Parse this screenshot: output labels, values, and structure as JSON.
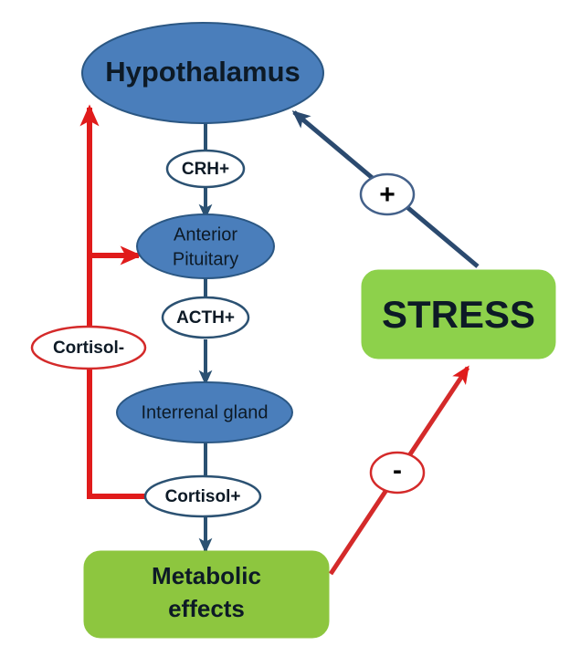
{
  "diagram": {
    "title": "HPA axis stress response diagram",
    "nodes": {
      "hypothalamus": {
        "label": "Hypothalamus",
        "shape": "ellipse",
        "fill": "#4A7EBB",
        "stroke": "#2B5783"
      },
      "anterior_pituitary": {
        "label_line1": "Anterior",
        "label_line2": "Pituitary",
        "shape": "ellipse",
        "fill": "#4A7EBB",
        "stroke": "#2B5783"
      },
      "interrenal_gland": {
        "label": "Interrenal gland",
        "shape": "ellipse",
        "fill": "#4A7EBB",
        "stroke": "#2B5783"
      },
      "stress": {
        "label": "STRESS",
        "shape": "rounded-rect",
        "fill": "#8DD14B",
        "stroke": "#8DD14B"
      },
      "metabolic_effects": {
        "label_line1": "Metabolic",
        "label_line2": "effects",
        "shape": "rounded-rect",
        "fill": "#8DC63F",
        "stroke": "#8DC63F"
      }
    },
    "connectors": {
      "crh": {
        "label": "CRH+",
        "shape": "ellipse",
        "stroke": "#2B5172",
        "fill": "#ffffff"
      },
      "acth": {
        "label": "ACTH+",
        "shape": "ellipse",
        "stroke": "#2B5172",
        "fill": "#ffffff"
      },
      "cortisol_positive": {
        "label": "Cortisol+",
        "shape": "ellipse",
        "stroke": "#2B5172",
        "fill": "#ffffff"
      },
      "cortisol_negative": {
        "label": "Cortisol-",
        "shape": "ellipse",
        "stroke": "#D42A2A",
        "fill": "#ffffff"
      },
      "stress_plus_badge": {
        "label": "+",
        "shape": "ellipse",
        "stroke": "#44618A",
        "fill": "#ffffff"
      },
      "metabolic_minus_badge": {
        "label": "-",
        "shape": "ellipse",
        "stroke": "#D42A2A",
        "fill": "#ffffff"
      }
    },
    "edges": [
      {
        "name": "hypothalamus-to-anterior-pituitary",
        "from": "hypothalamus",
        "to": "anterior_pituitary",
        "label": "CRH+",
        "color": "#2B5172",
        "sign": "+"
      },
      {
        "name": "anterior-pituitary-to-interrenal-gland",
        "from": "anterior_pituitary",
        "to": "interrenal_gland",
        "label": "ACTH+",
        "color": "#2B5172",
        "sign": "+"
      },
      {
        "name": "interrenal-gland-to-metabolic-effects",
        "from": "interrenal_gland",
        "to": "metabolic_effects",
        "label": "Cortisol+",
        "color": "#2B5172",
        "sign": "+"
      },
      {
        "name": "cortisol-negative-feedback-to-hypothalamus",
        "from": "cortisol_positive",
        "to": "hypothalamus",
        "label": "Cortisol-",
        "color": "#E01B1B",
        "sign": "-"
      },
      {
        "name": "cortisol-negative-feedback-to-anterior-pituitary",
        "from": "cortisol_positive",
        "to": "anterior_pituitary",
        "label": "Cortisol-",
        "color": "#E01B1B",
        "sign": "-"
      },
      {
        "name": "stress-to-hypothalamus",
        "from": "stress",
        "to": "hypothalamus",
        "label": "+",
        "color": "#2B4A6F",
        "sign": "+"
      },
      {
        "name": "metabolic-effects-to-stress",
        "from": "metabolic_effects",
        "to": "stress",
        "label": "-",
        "color": "#D42A2A",
        "sign": "-"
      }
    ],
    "colors": {
      "node_blue": "#4A7EBB",
      "node_blue_stroke": "#2B5783",
      "node_green": "#8DC63F",
      "node_green_bright": "#8DD14B",
      "arrow_navy": "#2B5172",
      "arrow_red": "#E01B1B",
      "text_dark": "#0d1a26"
    }
  }
}
